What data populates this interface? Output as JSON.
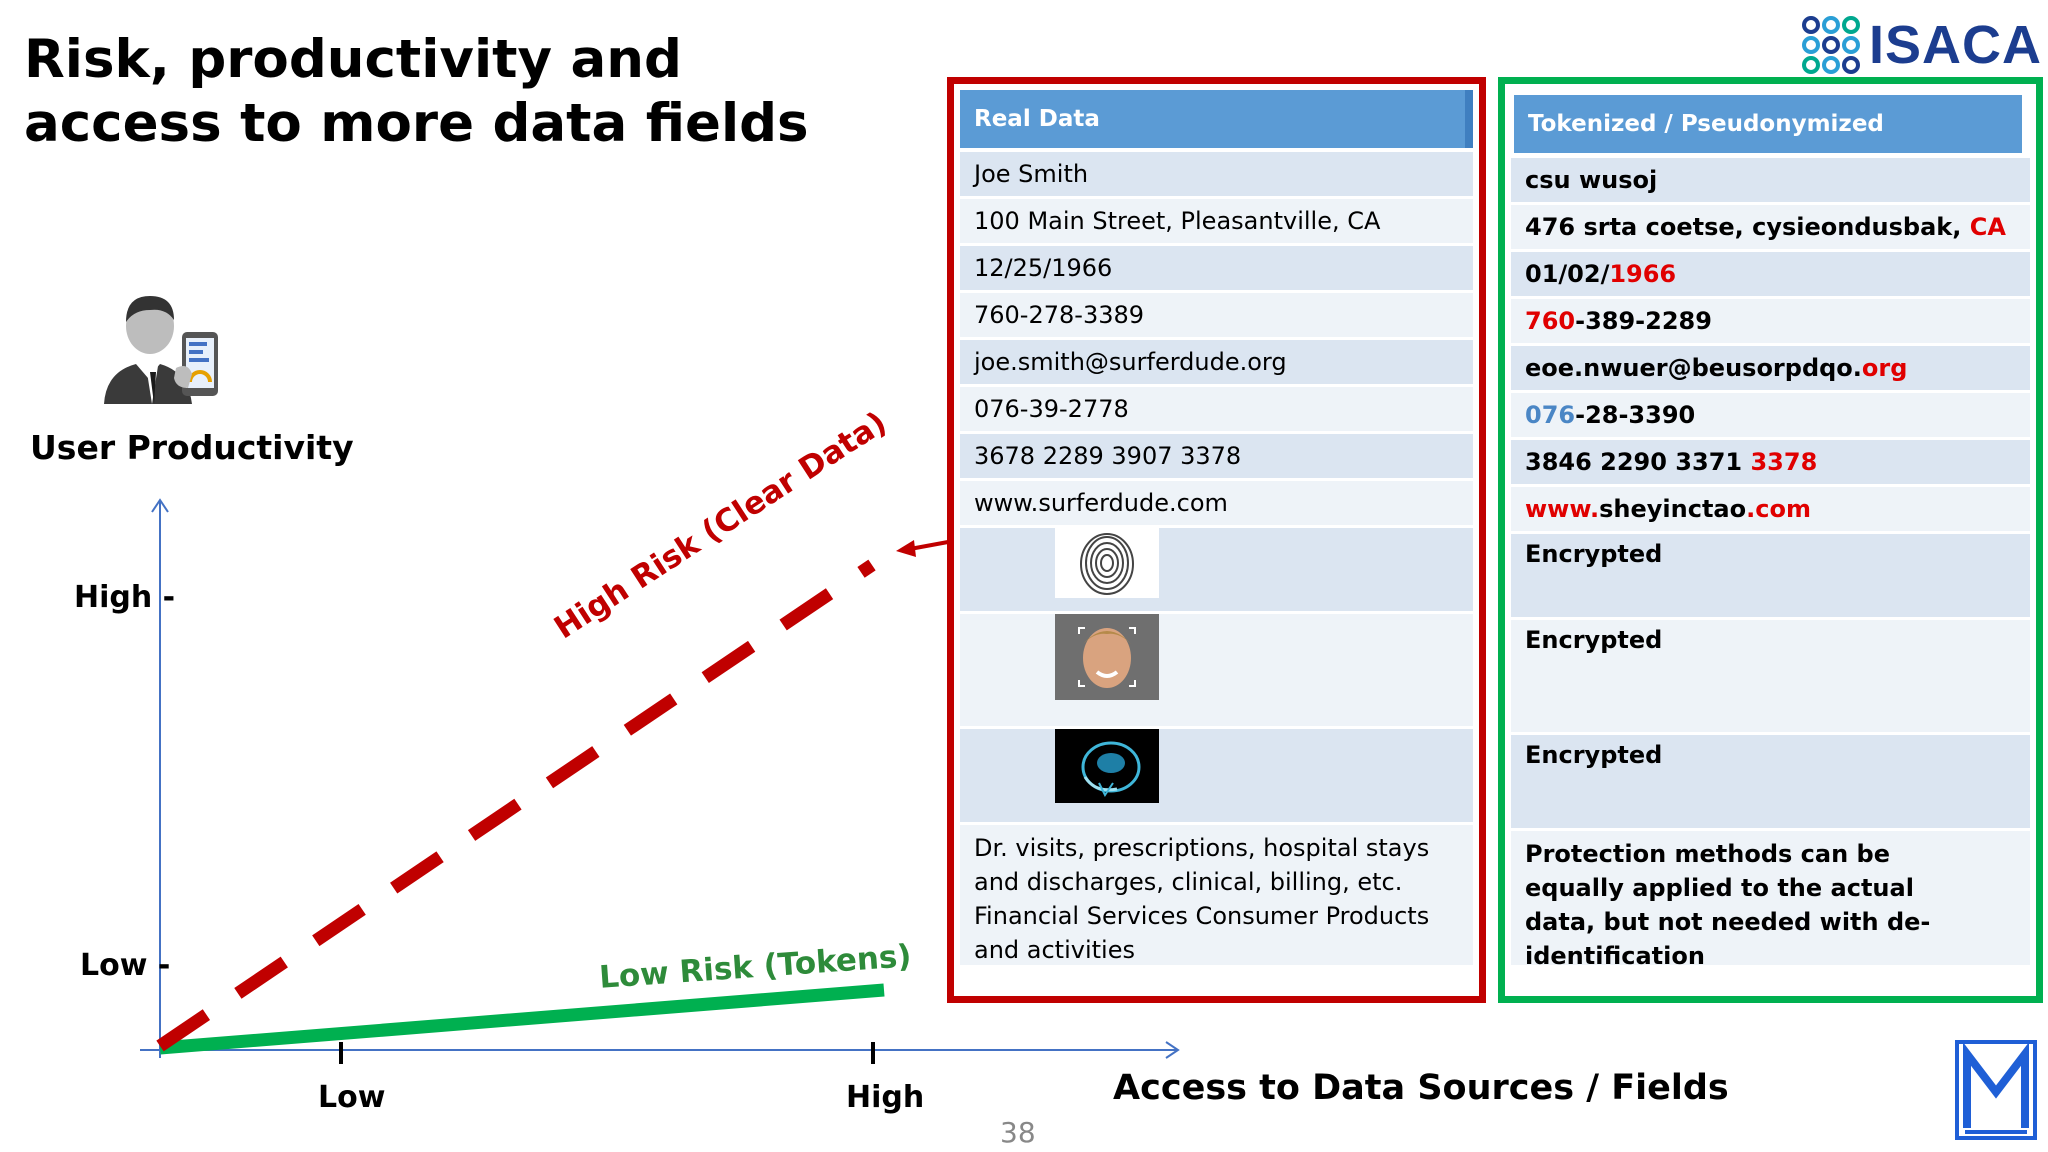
{
  "title": "Risk, productivity and access to more data fields",
  "brand": {
    "name": "ISACA"
  },
  "chart": {
    "y_label": "User Productivity",
    "x_label": "Access to Data Sources / Fields",
    "y_ticks": [
      "High -",
      "Low -"
    ],
    "x_ticks": [
      "Low",
      "High"
    ],
    "high_risk_label": "High Risk (Clear Data)",
    "low_risk_label": "Low Risk (Tokens)",
    "colors": {
      "high_risk": "#c00000",
      "low_risk": "#00b050",
      "axis": "#4472c4"
    }
  },
  "real": {
    "header": "Real Data",
    "rows": [
      "Joe Smith",
      "100 Main Street, Pleasantville, CA",
      "12/25/1966",
      "760-278-3389",
      "joe.smith@surferdude.org",
      "076-39-2778",
      "3678 2289 3907 3378",
      "www.surferdude.com"
    ],
    "note": "Dr. visits, prescriptions, hospital stays and discharges,  clinical, billing, etc. Financial Services Consumer Products and activities"
  },
  "token": {
    "header": "Tokenized / Pseudonymized",
    "name": "csu wusoj",
    "address": {
      "a": "476 srta coetse, cysieondusbak, ",
      "b": "CA"
    },
    "dob": {
      "a": "01/02/",
      "b": "1966"
    },
    "phone": {
      "a": "760",
      "b": "-389-2289"
    },
    "email": {
      "a": "eoe.nwuer@beusorpdqo.",
      "b": "org"
    },
    "ssn": {
      "a": "076",
      "b": "-28-3390"
    },
    "card": {
      "a": "3846 2290 3371 ",
      "b": "3378"
    },
    "web": {
      "a": "www.",
      "b": "sheyinctao",
      "c": ".com"
    },
    "encrypted": [
      "Encrypted",
      "Encrypted",
      "Encrypted"
    ],
    "note": "Protection methods can be equally applied to the actual data, but not needed with de-identification"
  },
  "page_number": "38"
}
